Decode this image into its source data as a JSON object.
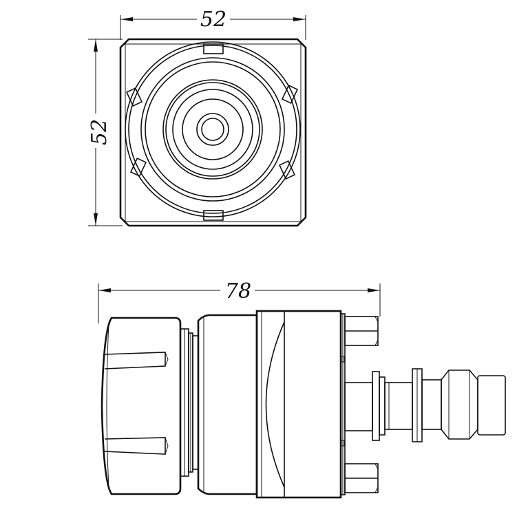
{
  "dimensions": {
    "top_width": "52",
    "top_height": "52",
    "side_length": "78"
  }
}
